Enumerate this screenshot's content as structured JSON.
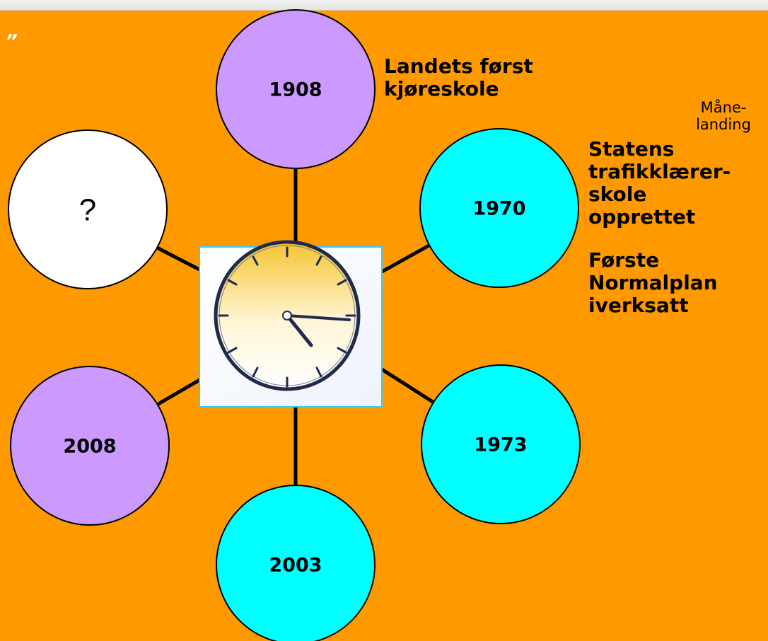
{
  "mark": "”",
  "nodes": [
    {
      "label": "1908",
      "color": "#cc99ff"
    },
    {
      "label": "1970",
      "color": "#00ffff"
    },
    {
      "label": "1973",
      "color": "#00ffff"
    },
    {
      "label": "2003",
      "color": "#00ffff"
    },
    {
      "label": "2008",
      "color": "#cc99ff"
    },
    {
      "label": "?",
      "color": "#ffffff"
    }
  ],
  "captions": {
    "c1908_line1": "Landets først",
    "c1908_line2": "kjøreskole",
    "c1970_line1": "Statens",
    "c1970_line2": "trafikklærer-",
    "c1970_line3": "skole",
    "c1970_line4": "opprettet",
    "c1970_line5": "Første",
    "c1970_line6": "Normalplan",
    "c1970_line7": "iverksatt",
    "moon_line1": "Måne-",
    "moon_line2": "landing"
  },
  "colors": {
    "background": "#ff9900",
    "center_border": "#33ccff"
  }
}
